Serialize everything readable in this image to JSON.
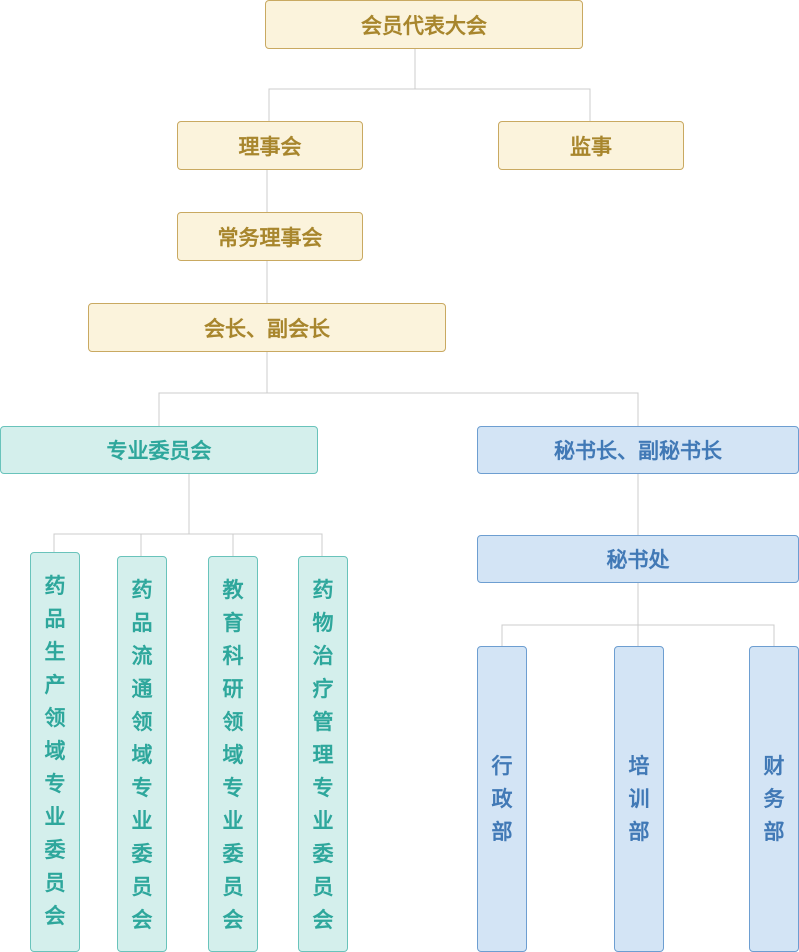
{
  "levels": {
    "assembly": "会员代表大会",
    "council": "理事会",
    "supervisor": "监事",
    "standing_council": "常务理事会",
    "president": "会长、副会长",
    "committees": "专业委员会",
    "secretary_general": "秘书长、副秘书长",
    "secretariat": "秘书处"
  },
  "committee_items": [
    "药品生产领域专业委员会",
    "药品流通领域专业委员会",
    "教育科研领域专业委员会",
    "药物治疗管理专业委员会"
  ],
  "department_items": [
    "行政部",
    "培训部",
    "财务部"
  ],
  "colors": {
    "governance_fill": "#fbf3dc",
    "governance_border": "#c9a961",
    "governance_text": "#a8862d",
    "committee_fill": "#d4efec",
    "committee_border": "#69c3bb",
    "committee_text": "#2ea79c",
    "secretariat_fill": "#d3e4f5",
    "secretariat_border": "#6d9ed1",
    "secretariat_text": "#4179b6",
    "connector": "#cccccc"
  }
}
